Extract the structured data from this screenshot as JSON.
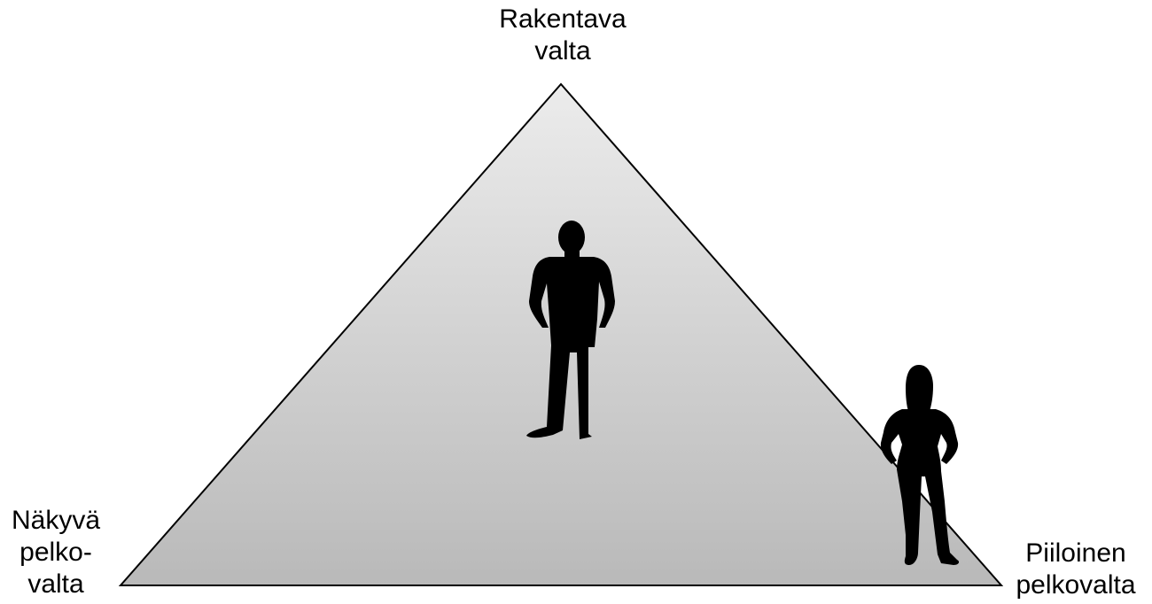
{
  "labels": {
    "top": {
      "line1": "Rakentava",
      "line2": "valta"
    },
    "left": {
      "line1": "Näkyvä",
      "line2": "pelko-",
      "line3": "valta"
    },
    "right": {
      "line1": "Piiloinen",
      "line2": "pelkovalta"
    }
  },
  "colors": {
    "triangle_fill_top": "#ececec",
    "triangle_fill_bottom": "#b9b9b9",
    "triangle_stroke": "#000000",
    "figure": "#000000"
  }
}
